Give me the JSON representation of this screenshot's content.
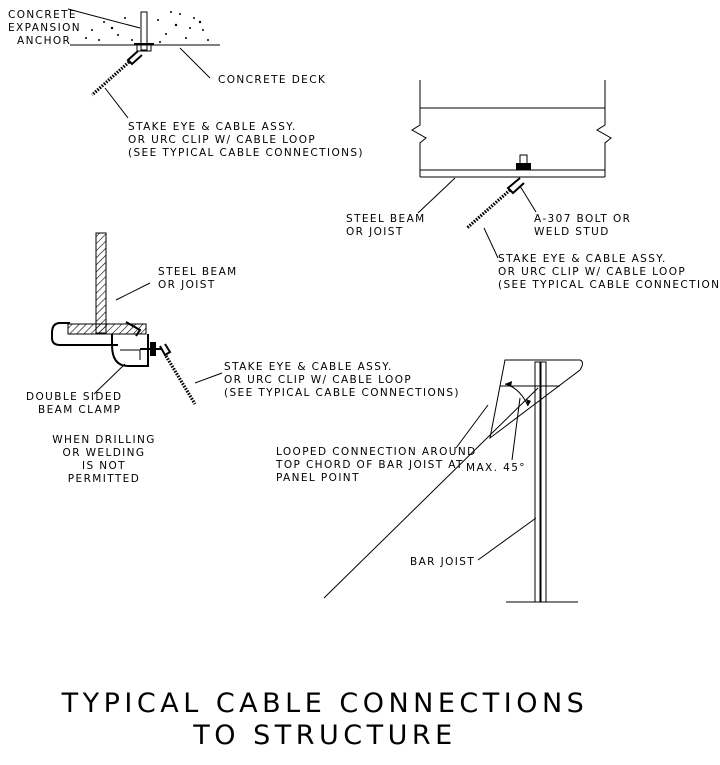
{
  "detail_anchor": {
    "anchor_label": [
      "CONCRETE",
      "EXPANSION",
      "ANCHOR"
    ],
    "deck_label": "CONCRETE DECK",
    "cable_label": [
      "STAKE EYE & CABLE ASSY.",
      "OR URC CLIP W/ CABLE LOOP",
      "(SEE TYPICAL CABLE CONNECTIONS)"
    ]
  },
  "detail_beam": {
    "beam_label": [
      "STEEL BEAM",
      "OR JOIST"
    ],
    "bolt_label": [
      "A-307 BOLT OR",
      "WELD STUD"
    ],
    "cable_label": [
      "STAKE EYE & CABLE ASSY.",
      "OR URC CLIP W/ CABLE LOOP",
      "(SEE TYPICAL CABLE CONNECTIONS)"
    ]
  },
  "detail_clamp": {
    "beam_label": [
      "STEEL BEAM",
      "OR JOIST"
    ],
    "cable_label": [
      "STAKE EYE & CABLE ASSY.",
      "OR URC CLIP W/ CABLE LOOP",
      "(SEE TYPICAL CABLE CONNECTIONS)"
    ],
    "clamp_label": [
      "DOUBLE SIDED",
      "BEAM CLAMP"
    ],
    "note": [
      "WHEN DRILLING",
      "OR WELDING",
      "IS NOT",
      "PERMITTED"
    ]
  },
  "detail_joist": {
    "loop_label": [
      "LOOPED CONNECTION AROUND",
      "TOP CHORD OF BAR JOIST AT",
      "PANEL POINT"
    ],
    "angle_label": "MAX. 45°",
    "joist_label": "BAR JOIST"
  },
  "title": [
    "TYPICAL CABLE CONNECTIONS",
    "TO STRUCTURE"
  ]
}
